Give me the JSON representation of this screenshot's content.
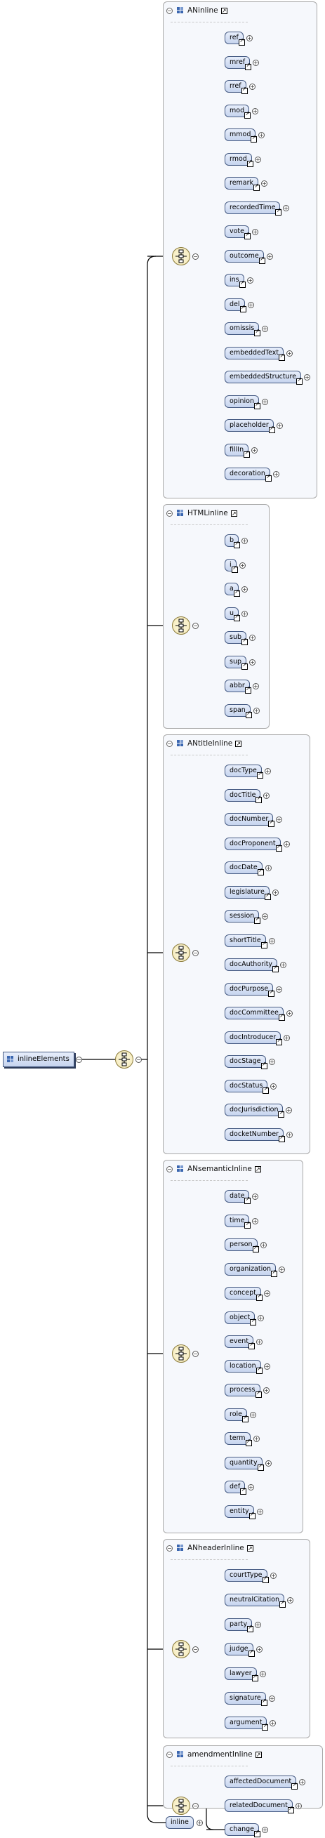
{
  "root": {
    "label": "inlineElements",
    "icon": "complex-type-icon"
  },
  "groups": [
    {
      "title": "ANinline",
      "items": [
        "ref",
        "mref",
        "rref",
        "mod",
        "mmod",
        "rmod",
        "remark",
        "recordedTime",
        "vote",
        "outcome",
        "ins",
        "del",
        "omissis",
        "embeddedText",
        "embeddedStructure",
        "opinion",
        "placeholder",
        "fillIn",
        "decoration"
      ]
    },
    {
      "title": "HTMLinline",
      "items": [
        "b",
        "i",
        "a",
        "u",
        "sub",
        "sup",
        "abbr",
        "span"
      ]
    },
    {
      "title": "ANtitleInline",
      "items": [
        "docType",
        "docTitle",
        "docNumber",
        "docProponent",
        "docDate",
        "legislature",
        "session",
        "shortTitle",
        "docAuthority",
        "docPurpose",
        "docCommittee",
        "docIntroducer",
        "docStage",
        "docStatus",
        "docJurisdiction",
        "docketNumber"
      ]
    },
    {
      "title": "ANsemanticInline",
      "items": [
        "date",
        "time",
        "person",
        "organization",
        "concept",
        "object",
        "event",
        "location",
        "process",
        "role",
        "term",
        "quantity",
        "def",
        "entity"
      ]
    },
    {
      "title": "ANheaderInline",
      "items": [
        "courtType",
        "neutralCitation",
        "party",
        "judge",
        "lawyer",
        "signature",
        "argument"
      ]
    },
    {
      "title": "amendmentInline",
      "items": [
        "affectedDocument",
        "relatedDocument",
        "change"
      ]
    }
  ],
  "tail": {
    "label": "inline"
  },
  "colors": {
    "node_border": "#455a82",
    "node_fill": "#c6d4ee",
    "group_fill": "#f6f8fc",
    "sequence_fill": "#f2e6b4",
    "line": "#000000"
  }
}
